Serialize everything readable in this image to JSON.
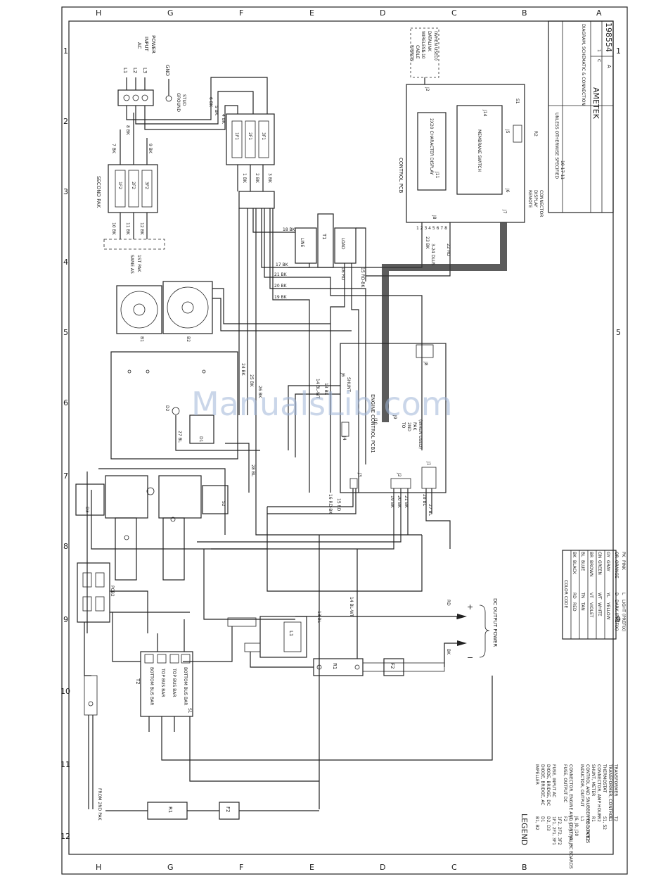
{
  "grid": {
    "rows": [
      "H",
      "G",
      "F",
      "E",
      "D",
      "C",
      "B",
      "A"
    ],
    "cols": [
      "1",
      "2",
      "3",
      "4",
      "5",
      "6",
      "7",
      "8",
      "9",
      "10",
      "11",
      "12"
    ]
  },
  "watermark": "ManualsLib.com",
  "ac_input": {
    "title_lines": [
      "AC",
      "INPUT",
      "POWER"
    ],
    "terminals": [
      "L1",
      "L2",
      "L3",
      "GND"
    ],
    "ground": [
      "GROUND",
      "STUD"
    ]
  },
  "wires": {
    "w6bk": "6 BK",
    "w5bk": "5 BK",
    "w4bk": "4 BK",
    "w7bk": "7 BK",
    "w8bk": "8 BK",
    "w9bk": "9 BK",
    "w1bk": "1 BK",
    "w2bk": "2 BK",
    "w3bk": "3 BK",
    "w10bk": "10 BK",
    "w11bk": "11 BK",
    "w12bk": "12 BK",
    "w18bk": "18 BK",
    "w17bk": "17 BK",
    "w21bk": "21 BK",
    "w20bk": "20 BK",
    "w19bk": "19 BK",
    "w15rdbk": "15 RD-BK",
    "w16rd": "16 RD",
    "w23bk": "23 BK",
    "w22rd": "22 RD",
    "w24bk": "24 BK",
    "w25bk": "25 BK",
    "w26bk": "26 BK",
    "w27bl": "27 BL",
    "w28bl": "28 BL",
    "w14blwt": "14 BL-WT",
    "w13bl": "13 BL",
    "w16rdbk": "16 RD-BK",
    "w15rd": "15 RD",
    "w19bkb": "19 BK",
    "w20bkb": "20 BK",
    "w21bkb": "21 BK",
    "w28blb": "28 BL",
    "w27blb": "27 BL",
    "w13blv": "13 BL",
    "w14blwtv": "14 BL-WT",
    "rd": "RD",
    "bk": "BK"
  },
  "fuses_1st": [
    "1F1",
    "2F1",
    "3F1"
  ],
  "fuses_2nd": [
    "1F2",
    "2F2",
    "3F2"
  ],
  "second_pak": "SECOND PAK",
  "same_as": [
    "SAME AS",
    "1ST PAK"
  ],
  "transformer": {
    "name": "T1",
    "line": "LINE",
    "load": "LOAD"
  },
  "fans": [
    "B1",
    "B2"
  ],
  "control_pcb": {
    "title": "CONTROL PCB",
    "display": "2X20 CHARACTER DISPLAY",
    "membrane": "MEMBRANE SWITCH",
    "conns": [
      "J2",
      "J11",
      "J14",
      "S1",
      "J5",
      "R2",
      "J6",
      "J7",
      "J8"
    ],
    "pins": "1 2 3 4 5 6 7 8",
    "remote": [
      "REMOTE",
      "DISPLAY",
      "CONNECTOR"
    ],
    "dlus": "3-24 DLUS"
  },
  "wireless": [
    "WIRELESS",
    "DATALINK",
    "(WHEN USED)"
  ],
  "ribbon": [
    "RIBBON",
    "CABLE",
    "1-10"
  ],
  "engine_pcb": {
    "title": "ENGINE CONTROL PCB1",
    "shunt": "SHUNT",
    "conns": [
      "J6",
      "J10",
      "J9",
      "J4",
      "J3",
      "J2",
      "J1",
      "J8"
    ],
    "to_2nd": [
      "TO",
      "2ND",
      "PAK",
      "(WHEN USED)"
    ]
  },
  "diodes": [
    "D1",
    "D2",
    "D3",
    "S2"
  ],
  "pcb2": "PCB2",
  "t2": {
    "name": "T2",
    "bars": [
      "BOTTOM BUS BAR",
      "TOP BUS BAR",
      "TOP BUS BAR",
      "BOTTOM BUS BAR"
    ],
    "s1": "S1"
  },
  "l1": "L1",
  "r1": "R1",
  "f2": "F2",
  "dc_output": {
    "label": "DC OUTPUT POWER",
    "plus": "+",
    "minus": "−"
  },
  "from_2nd": "FROM 2ND PAK",
  "color_code": {
    "title": "COLOR CODE",
    "rows": [
      [
        "BK",
        "BLACK",
        "RD",
        "RED"
      ],
      [
        "BL",
        "BLUE",
        "TN",
        "TAN"
      ],
      [
        "BR",
        "BROWN",
        "VT",
        "VIOLET"
      ],
      [
        "GN",
        "GREEN",
        "WT",
        "WHITE"
      ],
      [
        "GY",
        "GRAY",
        "YL",
        "YELLOW"
      ],
      [
        "OR",
        "ORANGE",
        "D",
        "DARK (PREFIX)"
      ],
      [
        "PK",
        "PINK",
        "L",
        "LIGHT (PREFIX)"
      ]
    ]
  },
  "legend": {
    "title": "LEGEND",
    "items": [
      [
        "B1, B2",
        "IMPELLER"
      ],
      [
        "D1",
        "DIODE, BRIDGE, AC"
      ],
      [
        "D2, D3",
        "DIODE, BRIDGE, DC"
      ],
      [
        "1F1, 2F1, 3F1",
        "FUSE, INPUT AC"
      ],
      [
        "1F2, 2F2, 3F2",
        ""
      ],
      [
        "F2",
        "FUSE, OUTPUT DC"
      ],
      [
        "J1, J2, J3, J4, J5",
        "CONNECTOR, ENGINE AND CONTROL PC BOARDS"
      ],
      [
        "J6, J8, J10",
        ""
      ],
      [
        "L1",
        "INDUCTOR, OUTPUT"
      ],
      [
        "PCB1, PCB2",
        "CONTROL AND SNUBBER PC BOARDS"
      ],
      [
        "R1",
        "SHUNT, METER"
      ],
      [
        "R2",
        "CONNECTOR, AMP HOUR"
      ],
      [
        "S1, S2",
        "THERMOSTAT"
      ],
      [
        "T1",
        "TRANSFORMER, CONTROL"
      ],
      [
        "T2",
        "TRANSFORMER"
      ]
    ]
  },
  "title_block": {
    "company": "AMETEK",
    "title": "DIAGRAM, SCHEMATIC & CONNECTION",
    "dwg_no": "198554",
    "rev": "A",
    "size": "C",
    "sheet": "1",
    "notes": "UNLESS OTHERWISE SPECIFIED",
    "date": "10-17-11"
  }
}
